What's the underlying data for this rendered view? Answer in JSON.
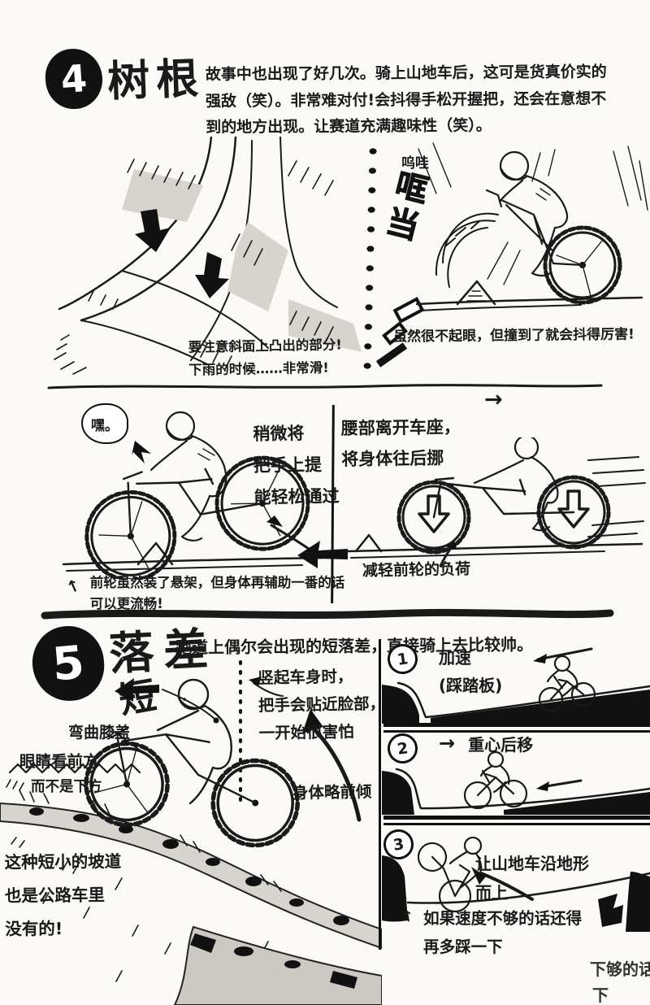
{
  "page": {
    "background": "#fbfaf6",
    "ink": "#1a1a1a",
    "shade": "#d7d4cd"
  },
  "icons": {
    "up_arrow": "↑",
    "right_arrow": "→",
    "left_arrow": "←"
  },
  "section4": {
    "number": "4",
    "title": "树根",
    "intro": "故事中也出现了好几次。骑上山地车后，这可是货真价实的强敌（笑）。非常难对付!会抖得手松开握把，还会在意想不到的地方出现。让赛道充满趣味性（笑）。",
    "roots_panel": {
      "caption": "要注意斜面上凸出的部分!\n下雨的时候……非常滑!"
    },
    "impact_panel": {
      "exclaim": "呜哇",
      "sfx": "哐当",
      "caption": "虽然很不起眼，但撞到了就会抖得厉害!"
    }
  },
  "lift_panel": {
    "bubble": "嘿。",
    "tip": "稍微将\n把手上提\n能轻松通过",
    "caption": "前轮虽然装了悬架，但身体再辅助一番的话\n可以更流畅!"
  },
  "unload_panel": {
    "tip": "腰部离开车座，\n将身体往后挪",
    "caption": "减轻前轮的负荷"
  },
  "section5": {
    "number": "5",
    "title": "落差",
    "subtitle": "短",
    "intro": "跑道上偶尔会出现的短落差，直接骑上去比较帅。",
    "labels": {
      "handlebar": "竖起车身时，\n把手会贴近脸部，\n一开始很害怕",
      "knees": "弯曲膝盖",
      "eyes_line1": "眼睛看前方",
      "eyes_line2": "而不是下方",
      "lean": "身体略前倾",
      "slope_note": "这种短小的坡道\n也是公路车里\n没有的!"
    },
    "steps": [
      {
        "num": "1",
        "label": "加速\n(踩踏板)"
      },
      {
        "num": "2",
        "label": "重心后移"
      },
      {
        "num": "3",
        "label": "让山地车沿地形\n而上",
        "caption": "如果速度不够的话还得\n再多踩一下"
      }
    ],
    "edge_text_line1": "下够的话",
    "edge_text_line2": "下"
  }
}
